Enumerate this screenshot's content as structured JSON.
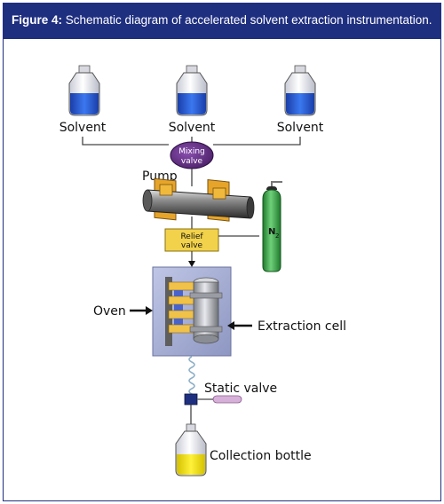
{
  "figure": {
    "label": "Figure 4:",
    "caption": "Schematic diagram of accelerated solvent extraction instrumentation."
  },
  "labels": {
    "solvent_1": "Solvent",
    "solvent_2": "Solvent",
    "solvent_3": "Solvent",
    "mixing_valve_line1": "Mixing",
    "mixing_valve_line2": "valve",
    "pump": "Pump",
    "relief_valve_line1": "Relief",
    "relief_valve_line2": "valve",
    "nitrogen": "N",
    "nitrogen_subscript": "2",
    "oven": "Oven",
    "extraction_cell": "Extraction cell",
    "static_valve": "Static valve",
    "collection_bottle": "Collection bottle"
  },
  "colors": {
    "caption_bar": "#1f2f80",
    "solvent_liquid": "#1f5bd8",
    "mixing_valve": "#5a2a7a",
    "relief_valve": "#f2d24a",
    "nitrogen_cylinder": "#3aa84a",
    "oven_box": "#a9b1d6",
    "collection_liquid": "#f4e21a"
  }
}
